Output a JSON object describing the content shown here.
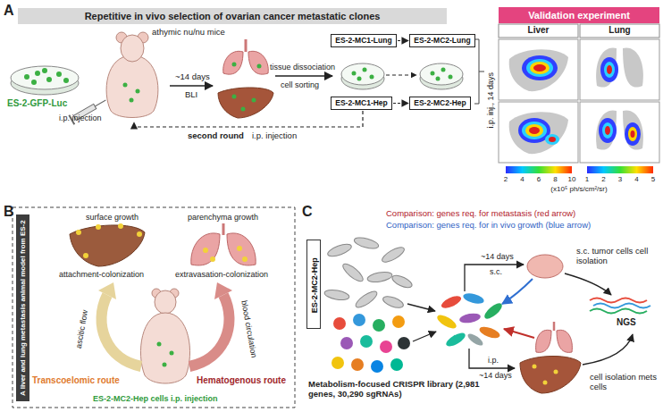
{
  "diagram": {
    "nodes": [
      {
        "text": [
          "Repetitive in vivo selection of ovarian cancer metastatic clones"
        ]
      },
      {
        "text": [
          "ES-2-MC1-Lung"
        ]
      },
      {
        "text": [
          "ES-2-MC2-Lung"
        ]
      },
      {
        "text": [
          "ES-2-MC1-Hep"
        ]
      },
      {
        "text": [
          "ES-2-MC2-Hep"
        ]
      },
      {
        "text": [
          "Validation experiment"
        ]
      },
      {
        "text": [
          "A liver and lung metastasis animal model from ES-2"
        ]
      },
      {
        "text": [
          "ES-2-MC2-Hep"
        ]
      }
    ],
    "edges": [
      {
        "from": 1,
        "to": 2,
        "arrow": "to"
      },
      {
        "from": 3,
        "to": 4,
        "arrow": "to"
      }
    ],
    "labels": [
      "A",
      "ES-2-GFP-Luc",
      "athymic nu/nu mice",
      "i.p. injection",
      "~14 days",
      "BLI",
      "tissue dissociation",
      "cell sorting",
      "second round",
      "i.p. injection",
      "Liver",
      "Lung",
      "i.p. inj., 14 days",
      "2",
      "4",
      "6",
      "8",
      "10",
      "1",
      "2",
      "3",
      "4",
      "5",
      "(x10⁵ ph/s/cm²/sr)",
      "B",
      "surface growth",
      "parenchyma growth",
      "attachment-colonization",
      "extravasation-colonization",
      "ascitic flow",
      "blood circulation",
      "Transcoelomic route",
      "Hematogenous route",
      "ES-2-MC2-Hep cells i.p. injection",
      "C",
      "Comparison: genes req. for metastasis (red arrow)",
      "Comparison: genes req. for in vivo growth (blue arrow)",
      "~14 days",
      "s.c.",
      "s.c. tumor cells cell isolation",
      "NGS",
      "i.p.",
      "~14 days",
      "cell isolation mets cells",
      "Metabolism-focused CRISPR library (2,981 genes, 30,290 sgRNAs)"
    ]
  }
}
